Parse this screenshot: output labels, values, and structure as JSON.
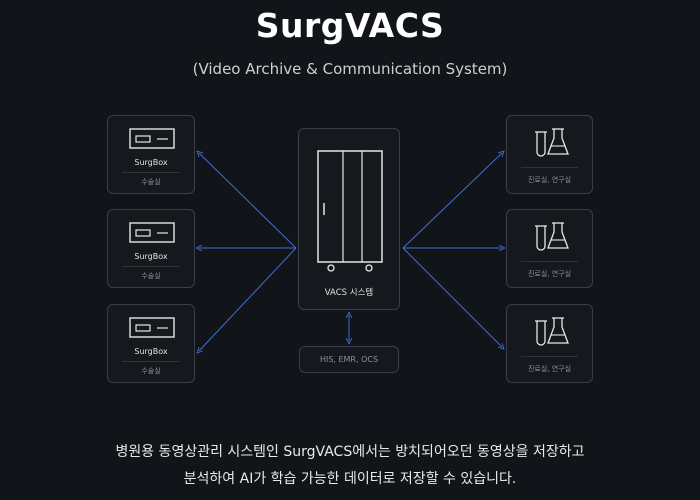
{
  "header": {
    "title": "SurgVACS",
    "subtitle": "(Video Archive & Communication System)"
  },
  "left_nodes": [
    {
      "label": "SurgBox",
      "sublabel": "수술실",
      "icon": "surgbox-device-icon"
    },
    {
      "label": "SurgBox",
      "sublabel": "수술실",
      "icon": "surgbox-device-icon"
    },
    {
      "label": "SurgBox",
      "sublabel": "수술실",
      "icon": "surgbox-device-icon"
    }
  ],
  "center_node": {
    "label": "VACS 시스템",
    "icon": "server-rack-icon"
  },
  "bottom_node": {
    "label": "HIS, EMR, OCS"
  },
  "right_nodes": [
    {
      "sublabel": "진료실, 연구실",
      "icon": "lab-flask-icon"
    },
    {
      "sublabel": "진료실, 연구실",
      "icon": "lab-flask-icon"
    },
    {
      "sublabel": "진료실, 연구실",
      "icon": "lab-flask-icon"
    }
  ],
  "description": {
    "line1": "병원용 동영상관리 시스템인 SurgVACS에서는 방치되어오던 동영상을 저장하고",
    "line2": "분석하여 AI가 학습 가능한 데이터로 저장할 수 있습니다."
  },
  "colors": {
    "background": "#111419",
    "connector": "#3d6fd6",
    "box_border": "#3a3f47"
  }
}
